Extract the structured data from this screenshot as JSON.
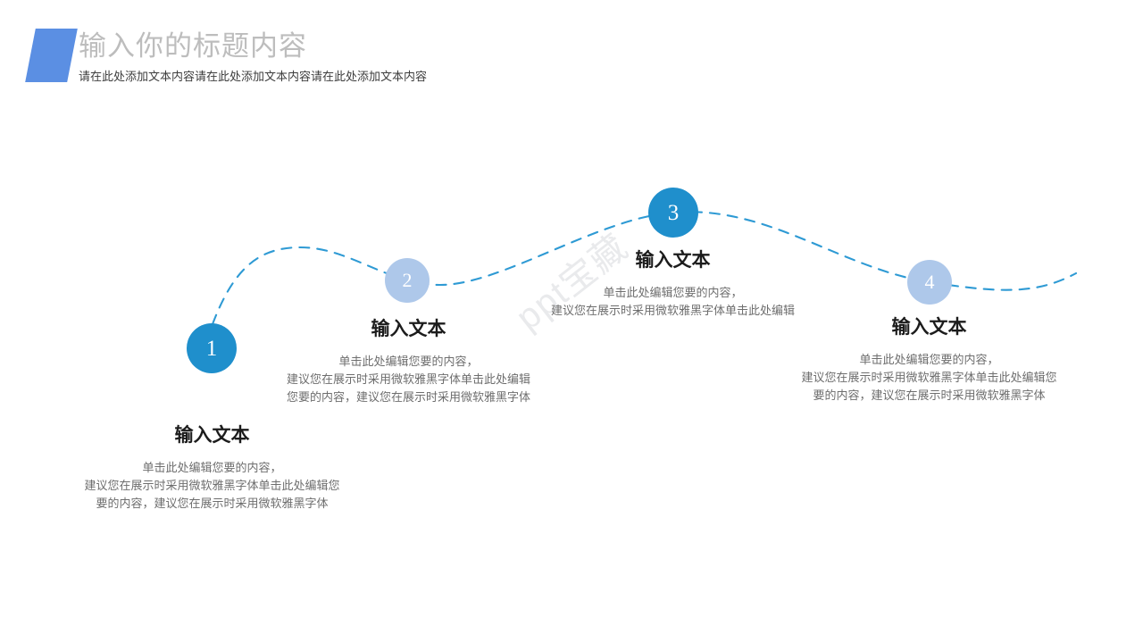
{
  "header": {
    "title": "输入你的标题内容",
    "subtitle": "请在此处添加文本内容请在此处添加文本内容请在此处添加文本内容",
    "accent_color": "#5b8fe3",
    "title_color": "#bdbdbd"
  },
  "watermark": {
    "text": "ppt宝藏"
  },
  "diagram": {
    "curve_color": "#2e9ad4",
    "node_dark_color": "#1f8fcc",
    "node_light_color": "#aec8ea",
    "nodes": [
      {
        "number": "1",
        "heading": "输入文本",
        "body_lines": [
          "单击此处编辑您要的内容，",
          "建议您在展示时采用微软雅黑字体单击此处编辑您",
          "要的内容，建议您在展示时采用微软雅黑字体"
        ],
        "style": "dark"
      },
      {
        "number": "2",
        "heading": "输入文本",
        "body_lines": [
          "单击此处编辑您要的内容，",
          "建议您在展示时采用微软雅黑字体单击此处编辑",
          "您要的内容，建议您在展示时采用微软雅黑字体"
        ],
        "style": "light"
      },
      {
        "number": "3",
        "heading": "输入文本",
        "body_lines": [
          "单击此处编辑您要的内容，",
          "建议您在展示时采用微软雅黑字体单击此处编辑"
        ],
        "style": "dark"
      },
      {
        "number": "4",
        "heading": "输入文本",
        "body_lines": [
          "单击此处编辑您要的内容，",
          "建议您在展示时采用微软雅黑字体单击此处编辑您",
          "要的内容，建议您在展示时采用微软雅黑字体"
        ],
        "style": "light"
      }
    ]
  }
}
